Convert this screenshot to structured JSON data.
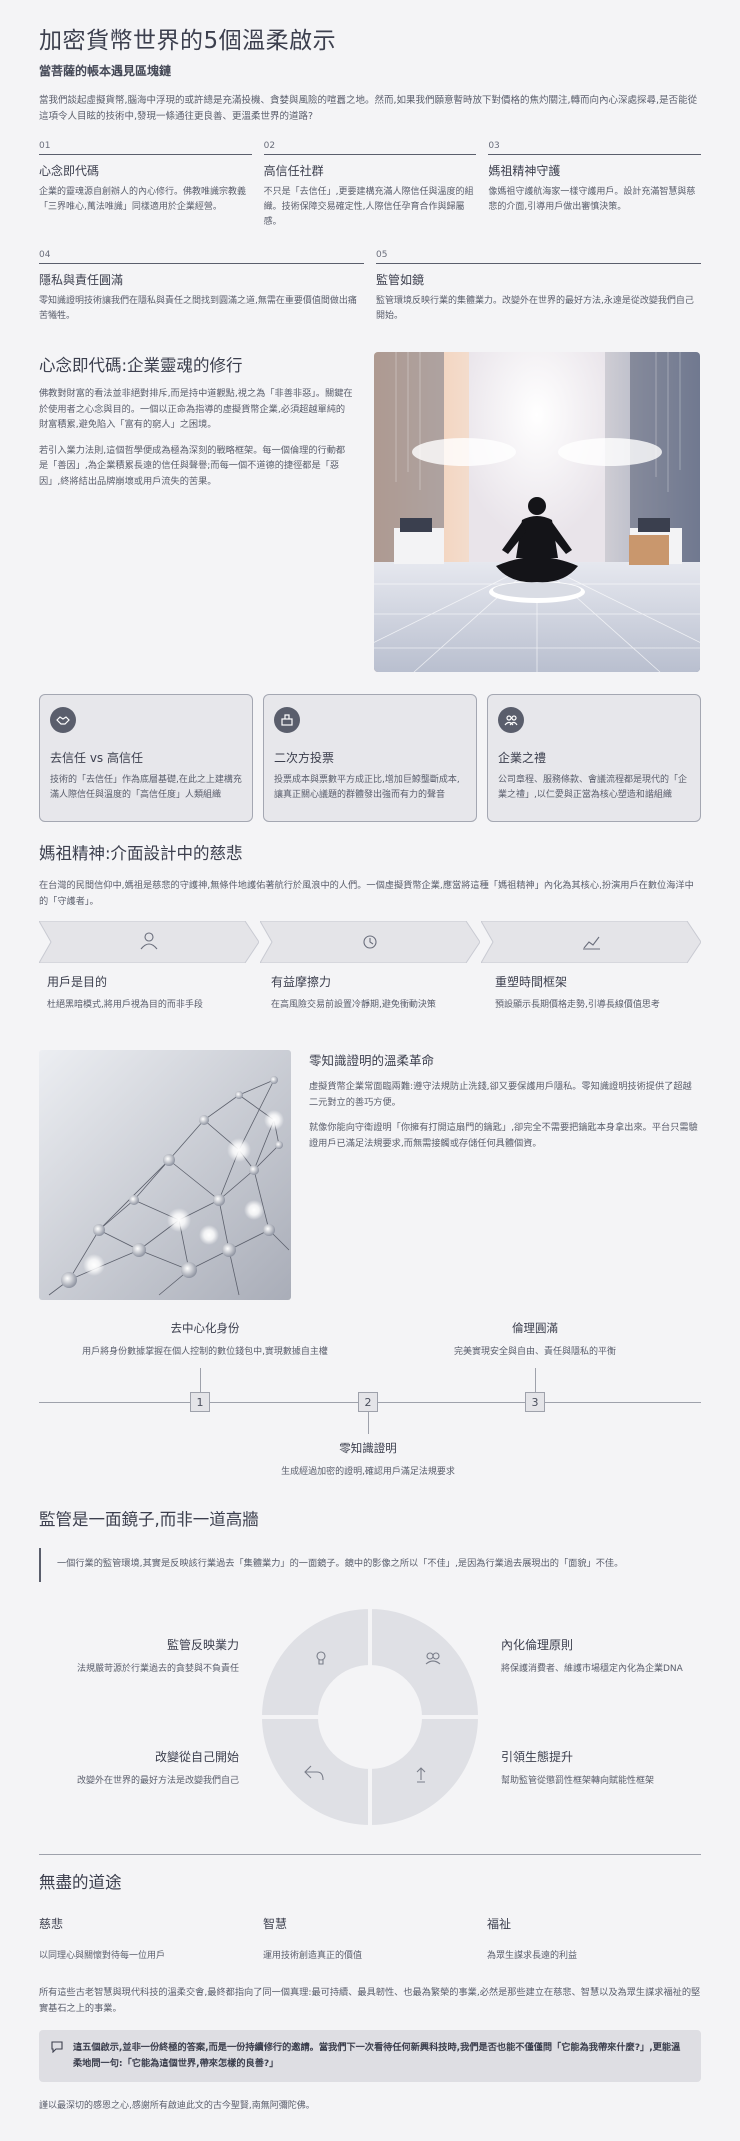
{
  "header": {
    "title": "加密貨幣世界的5個溫柔啟示",
    "subtitle": "當菩薩的帳本遇見區塊鏈",
    "intro": "當我們談起虛擬貨幣,腦海中浮現的或許總是充滿投機、貪婪與風險的喧囂之地。然而,如果我們願意暫時放下對價格的焦灼關注,轉而向內心深處探尋,是否能從這項令人目眩的技術中,發現一條通往更良善、更溫柔世界的道路?"
  },
  "lessons": [
    {
      "num": "01",
      "title": "心念即代碼",
      "text": "企業的靈魂源自創辦人的內心修行。佛教唯識宗教義「三界唯心,萬法唯識」同樣適用於企業經營。"
    },
    {
      "num": "02",
      "title": "高信任社群",
      "text": "不只是「去信任」,更要建構充滿人際信任與溫度的組織。技術保障交易確定性,人際信任孕育合作與歸屬感。"
    },
    {
      "num": "03",
      "title": "媽祖精神守護",
      "text": "像媽祖守護航海家一樣守護用戶。設計充滿智慧與慈悲的介面,引導用戶做出審慎決策。"
    },
    {
      "num": "04",
      "title": "隱私與責任圓滿",
      "text": "零知識證明技術讓我們在隱私與責任之間找到圓滿之道,無需在重要價值間做出痛苦犧牲。"
    },
    {
      "num": "05",
      "title": "監管如鏡",
      "text": "監管環境反映行業的集體業力。改變外在世界的最好方法,永遠是從改變我們自己開始。"
    }
  ],
  "section1": {
    "title": "心念即代碼:企業靈魂的修行",
    "p1": "佛教對財富的看法並非絕對排斥,而是持中道觀點,視之為「非善非惡」。關鍵在於使用者之心念與目的。一個以正命為指導的虛擬貨幣企業,必須超越單純的財富積累,避免陷入「富有的窮人」之困境。",
    "p2": "若引入業力法則,這個哲學便成為極為深刻的戰略框架。每一個倫理的行動都是「善因」,為企業積累長遠的信任與聲譽;而每一個不道德的捷徑都是「惡因」,終將結出品牌崩壞或用戶流失的苦果。"
  },
  "cards": [
    {
      "title": "去信任 vs 高信任",
      "text": "技術的「去信任」作為底層基礎,在此之上建構充滿人際信任與溫度的「高信任度」人類組織"
    },
    {
      "title": "二次方投票",
      "text": "投票成本與票數平方成正比,增加巨鯨壟斷成本,讓真正關心議題的群體發出強而有力的聲音"
    },
    {
      "title": "企業之禮",
      "text": "公司章程、服務條款、會議流程都是現代的「企業之禮」,以仁愛與正當為核心塑造和諧組織"
    }
  ],
  "section2": {
    "title": "媽祖精神:介面設計中的慈悲",
    "para": "在台灣的民間信仰中,媽祖是慈悲的守護神,無條件地護佑著航行於風浪中的人們。一個虛擬貨幣企業,應當將這種「媽祖精神」內化為其核心,扮演用戶在數位海洋中的「守護者」。",
    "steps": [
      {
        "title": "用戶是目的",
        "text": "杜絕黑暗模式,將用戶視為目的而非手段"
      },
      {
        "title": "有益摩擦力",
        "text": "在高風險交易前設置冷靜期,避免衝動決策"
      },
      {
        "title": "重塑時間框架",
        "text": "預設顯示長期價格走勢,引導長線價值思考"
      }
    ]
  },
  "zk": {
    "title": "零知識證明的溫柔革命",
    "p1": "虛擬貨幣企業常面臨兩難:遵守法規防止洗錢,卻又要保護用戶隱私。零知識證明技術提供了超越二元對立的善巧方便。",
    "p2": "就像你能向守衛證明「你擁有打開這扇門的鑰匙」,卻完全不需要把鑰匙本身拿出來。平台只需驗證用戶已滿足法規要求,而無需接觸或存儲任何具體個資。"
  },
  "timeline": [
    {
      "num": "1",
      "title": "去中心化身份",
      "text": "用戶將身份數據掌握在個人控制的數位錢包中,實現數據自主權"
    },
    {
      "num": "2",
      "title": "零知識證明",
      "text": "生成經過加密的證明,確認用戶滿足法規要求"
    },
    {
      "num": "3",
      "title": "倫理圓滿",
      "text": "完美實現安全與自由、責任與隱私的平衡"
    }
  ],
  "mirror": {
    "title": "監管是一面鏡子,而非一道高牆",
    "quote": "一個行業的監管環境,其實是反映該行業過去「集體業力」的一面鏡子。鏡中的影像之所以「不佳」,是因為行業過去展現出的「面貌」不佳。",
    "items": [
      {
        "title": "監管反映業力",
        "text": "法規嚴苛源於行業過去的貪婪與不負責任"
      },
      {
        "title": "內化倫理原則",
        "text": "將保護消費者、維護市場穩定內化為企業DNA"
      },
      {
        "title": "改變從自己開始",
        "text": "改變外在世界的最好方法是改變我們自己"
      },
      {
        "title": "引領生態提升",
        "text": "幫助監管從懲罰性框架轉向賦能性框架"
      }
    ]
  },
  "endless": {
    "title": "無盡的道途",
    "virtues": [
      {
        "title": "慈悲",
        "text": "以同理心與關懷對待每一位用戶"
      },
      {
        "title": "智慧",
        "text": "運用技術創造真正的價值"
      },
      {
        "title": "福祉",
        "text": "為眾生謀求長遠的利益"
      }
    ],
    "conclusion": "所有這些古老智慧與現代科技的溫柔交會,最終都指向了同一個真理:最可持續、最具韌性、也最為繁榮的事業,必然是那些建立在慈悲、智慧以及為眾生謀求福祉的堅實基石之上的事業。",
    "callout": "這五個啟示,並非一份終極的答案,而是一份持續修行的邀請。當我們下一次看待任何新興科技時,我們是否也能不僅僅問「它能為我帶來什麼?」,更能溫柔地問一句:「它能為這個世界,帶來怎樣的良善?」",
    "closing": "謹以最深切的感恩之心,感謝所有啟迪此文的古今聖賢,南無阿彌陀佛。"
  },
  "colors": {
    "accent": "#5a5e6c",
    "card_bg": "#e7e7eb",
    "page_bg": "#f4f4f6"
  }
}
